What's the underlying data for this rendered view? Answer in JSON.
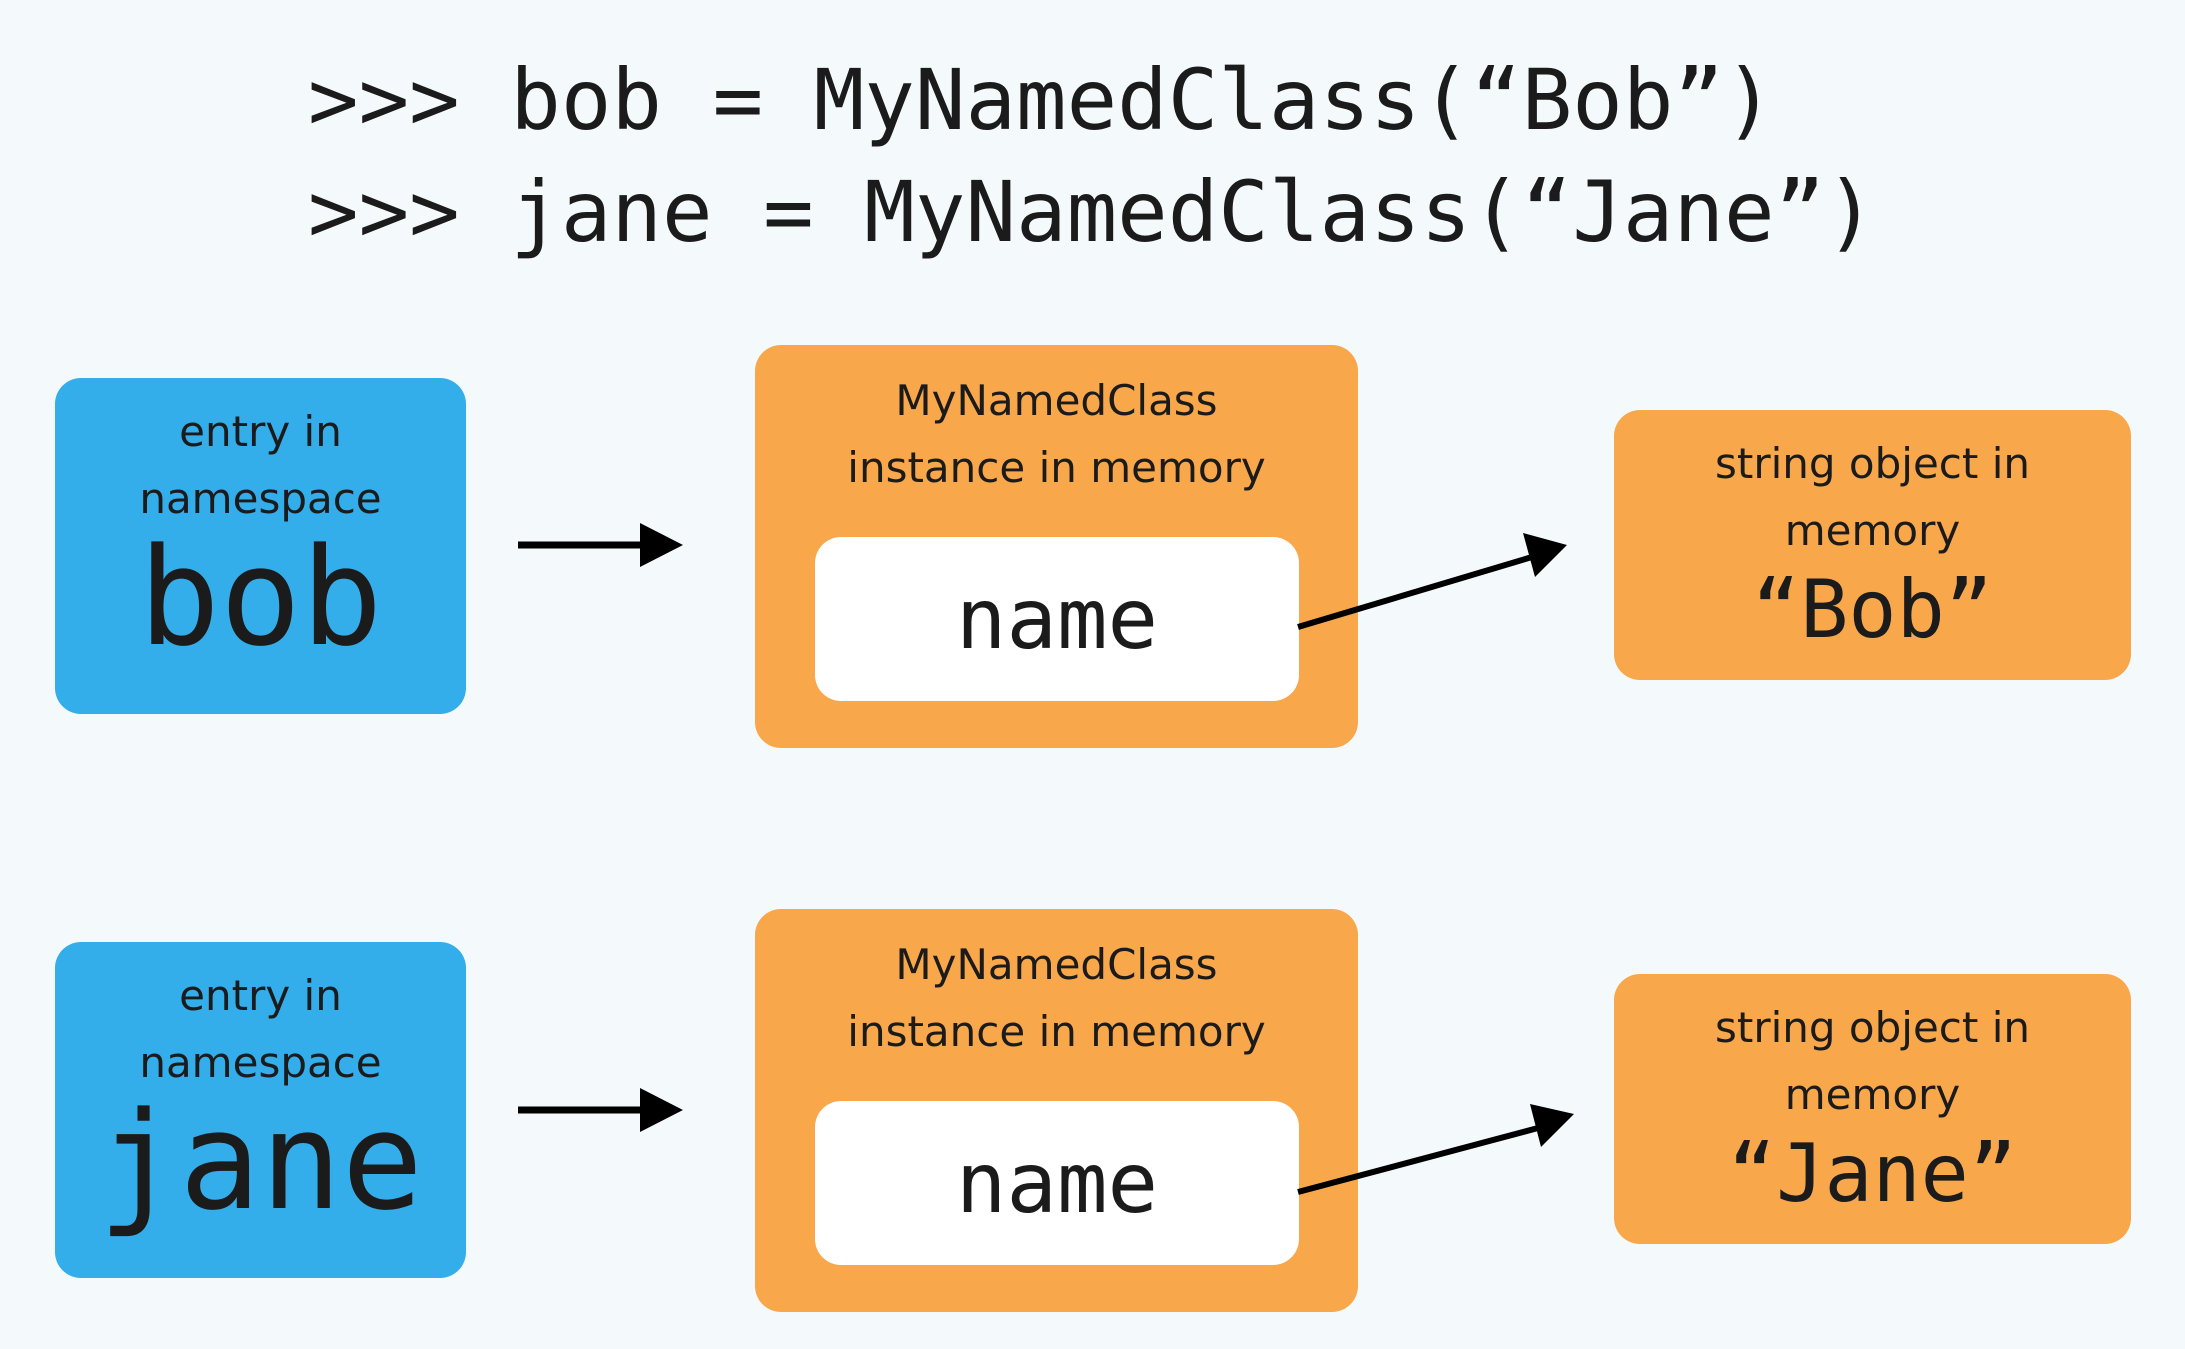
{
  "code": {
    "line1": ">>> bob = MyNamedClass(“Bob”)",
    "line2": ">>> jane = MyNamedClass(“Jane”)"
  },
  "rows": [
    {
      "namespace": {
        "caption": "entry in\nnamespace",
        "name": "bob"
      },
      "instance": {
        "caption": "MyNamedClass\ninstance in memory",
        "attribute": "name"
      },
      "string": {
        "caption": "string object in\nmemory",
        "value": "“Bob”"
      }
    },
    {
      "namespace": {
        "caption": "entry in\nnamespace",
        "name": "jane"
      },
      "instance": {
        "caption": "MyNamedClass\ninstance in memory",
        "attribute": "name"
      },
      "string": {
        "caption": "string object in\nmemory",
        "value": "“Jane”"
      }
    }
  ],
  "colors": {
    "background": "#f4fafb",
    "namespace_box": "#33aeea",
    "memory_box": "#f9a74b",
    "attribute_box": "#ffffff",
    "text": "#1b1b1b",
    "arrow": "#000000"
  }
}
